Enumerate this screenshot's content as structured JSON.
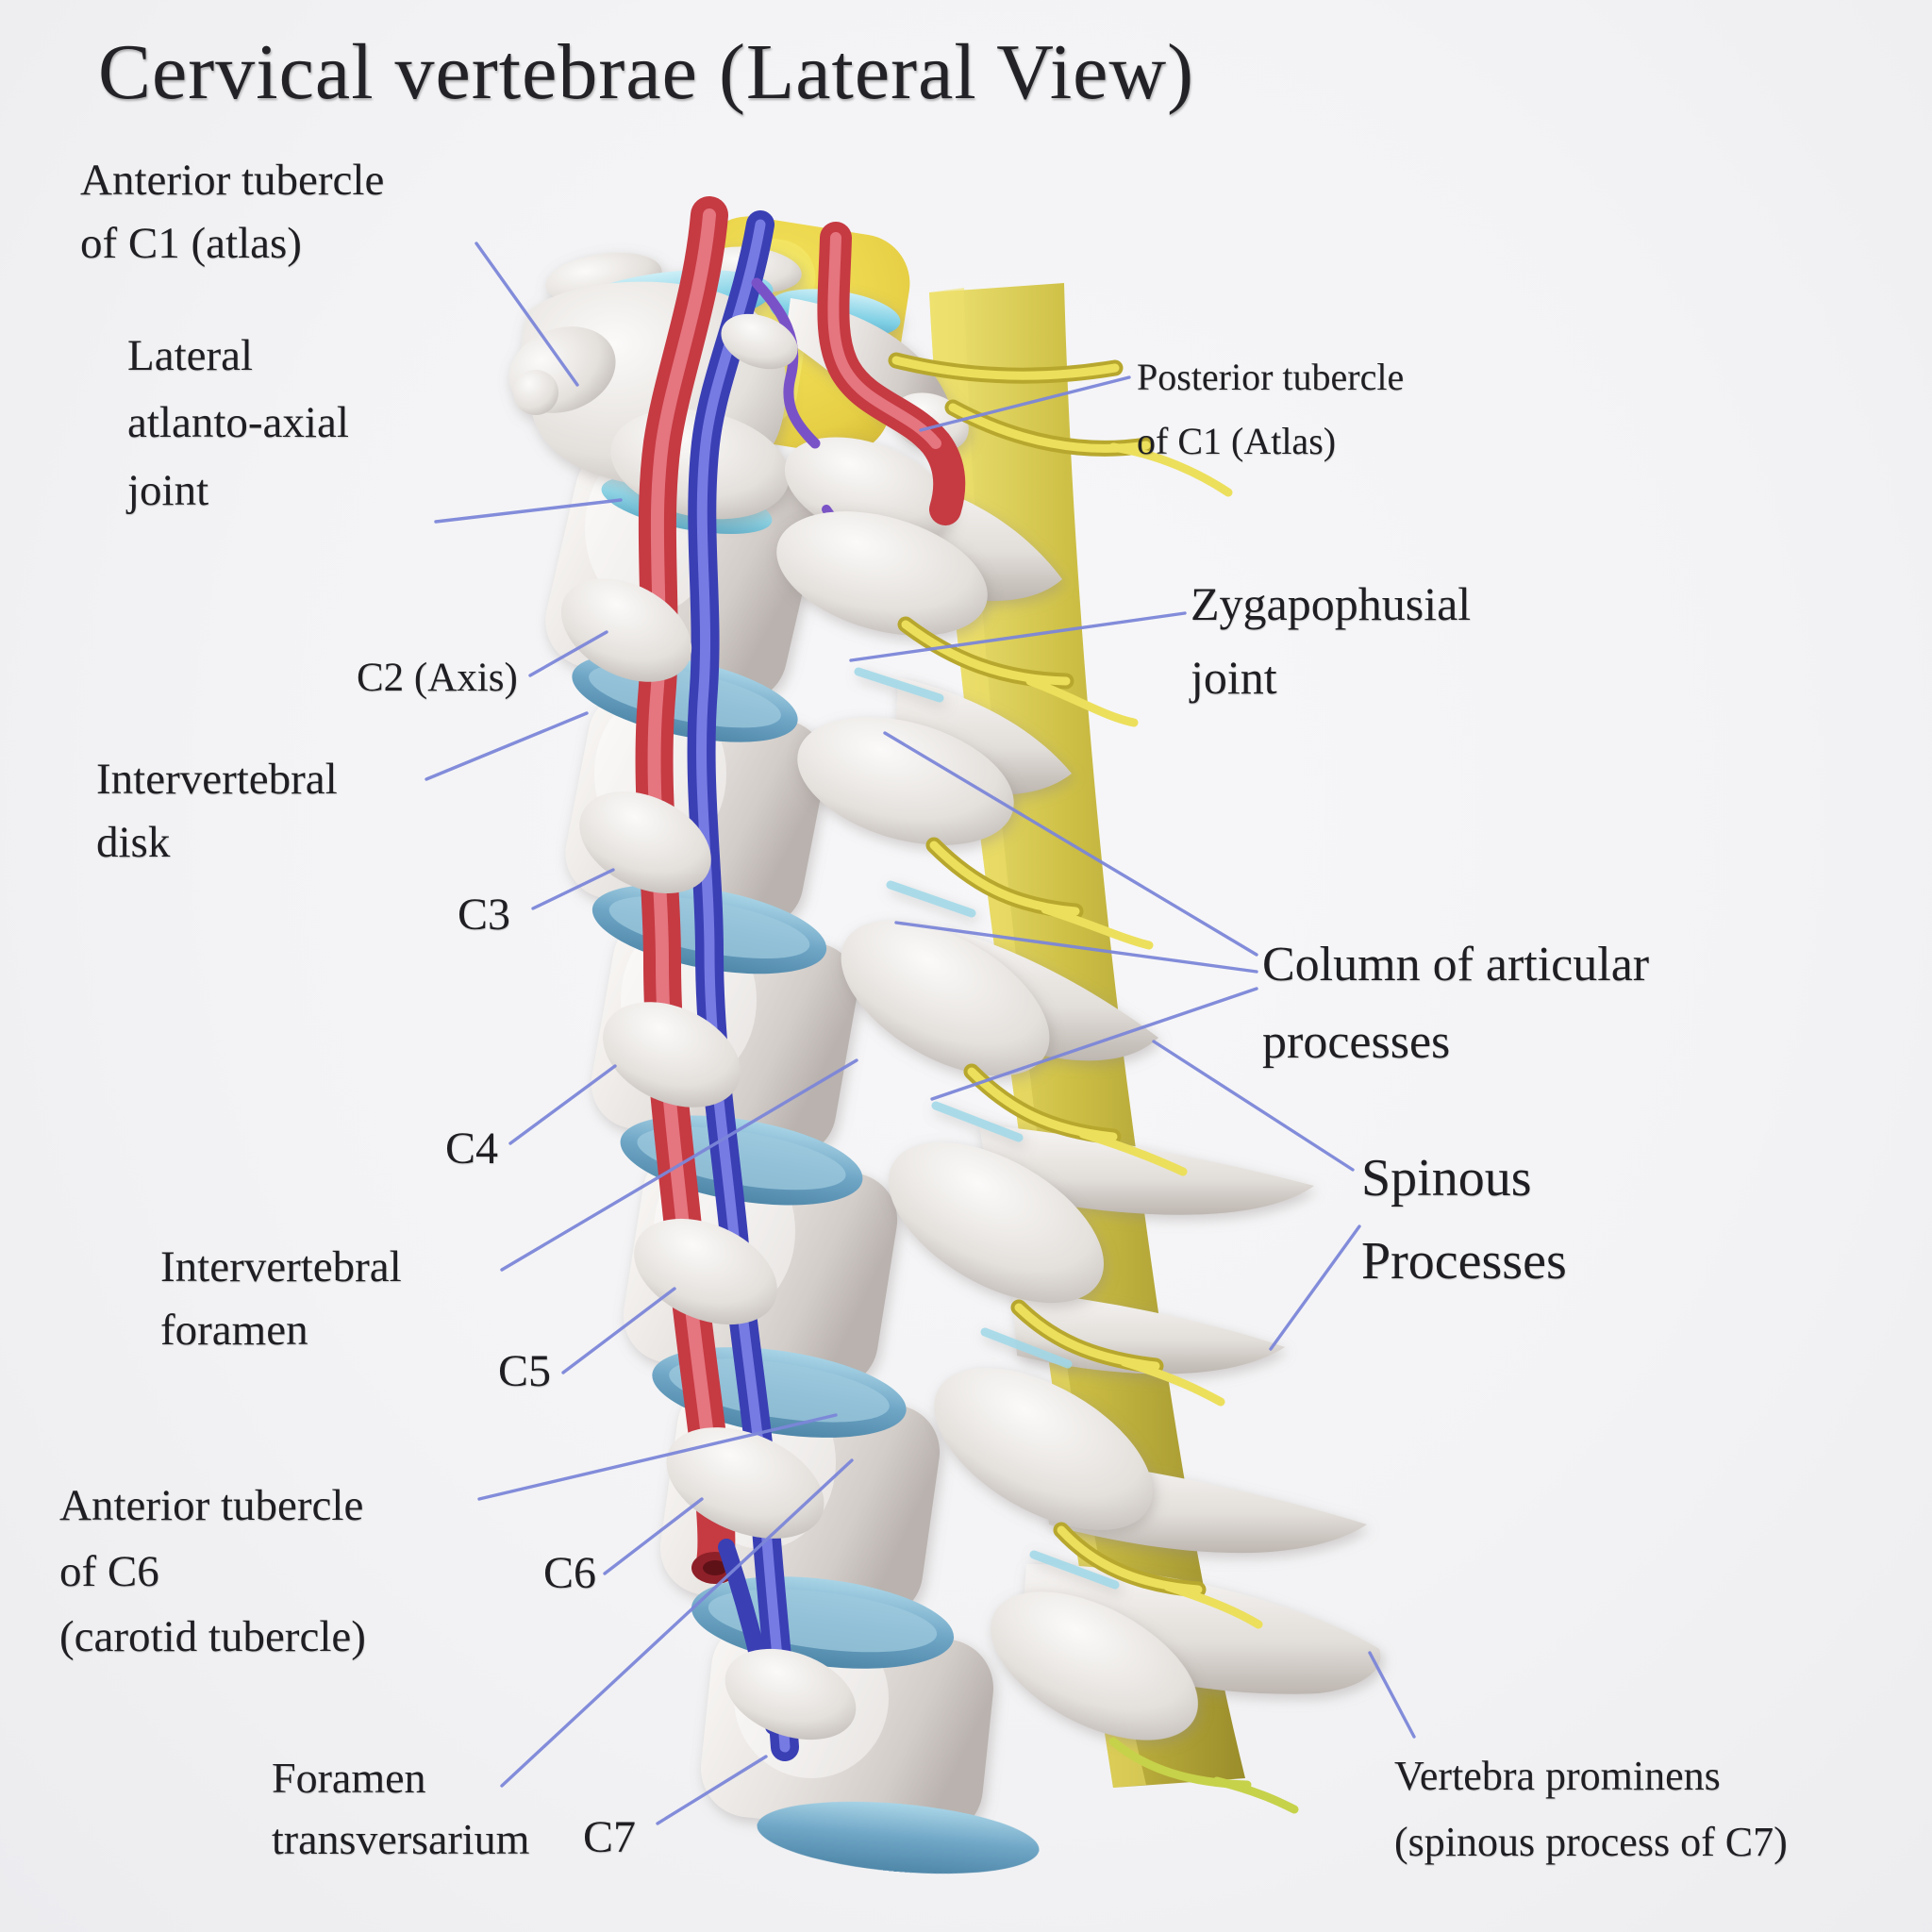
{
  "title": "Cervical vertebrae (Lateral View)",
  "labels": {
    "anterior_tubercle_c1": "Anterior tubercle\nof C1 (atlas)",
    "lateral_atlanto_axial_joint": "Lateral\natlanto-axial\njoint",
    "c2_axis": "C2 (Axis)",
    "intervertebral_disk": "Intervertebral\ndisk",
    "c3": "C3",
    "c4": "C4",
    "intervertebral_foramen": "Intervertebral\nforamen",
    "c5": "C5",
    "anterior_tubercle_c6": "Anterior tubercle\nof C6\n(carotid tubercle)",
    "c6": "C6",
    "foramen_transversarium": "Foramen\ntransversarium",
    "c7": "C7",
    "posterior_tubercle_c1": "Posterior tubercle\nof C1 (Atlas)",
    "zygapophusial_joint": "Zygapophusial\njoint",
    "column_of_articular_processes": "Column of articular\nprocesses",
    "spinous_processes": "Spinous\nProcesses",
    "vertebra_prominens": "Vertebra prominens\n(spinous process of C7)"
  },
  "depicted_structures": [
    "cervical vertebrae C1-C7",
    "intervertebral disks",
    "spinal cord and spinal nerves",
    "vertebral artery",
    "vertebral vein"
  ],
  "colors": {
    "background": "#f3f3f5",
    "leader_line": "#7c86d9",
    "text": "#1f1f23",
    "bone": "#e9e6e3",
    "disk_blue": "#7fb0cd",
    "nerve_yellow": "#e3d347",
    "artery_red": "#c63a42",
    "vein_blue": "#4449c4",
    "facet_cyan": "#8fd6ea"
  }
}
